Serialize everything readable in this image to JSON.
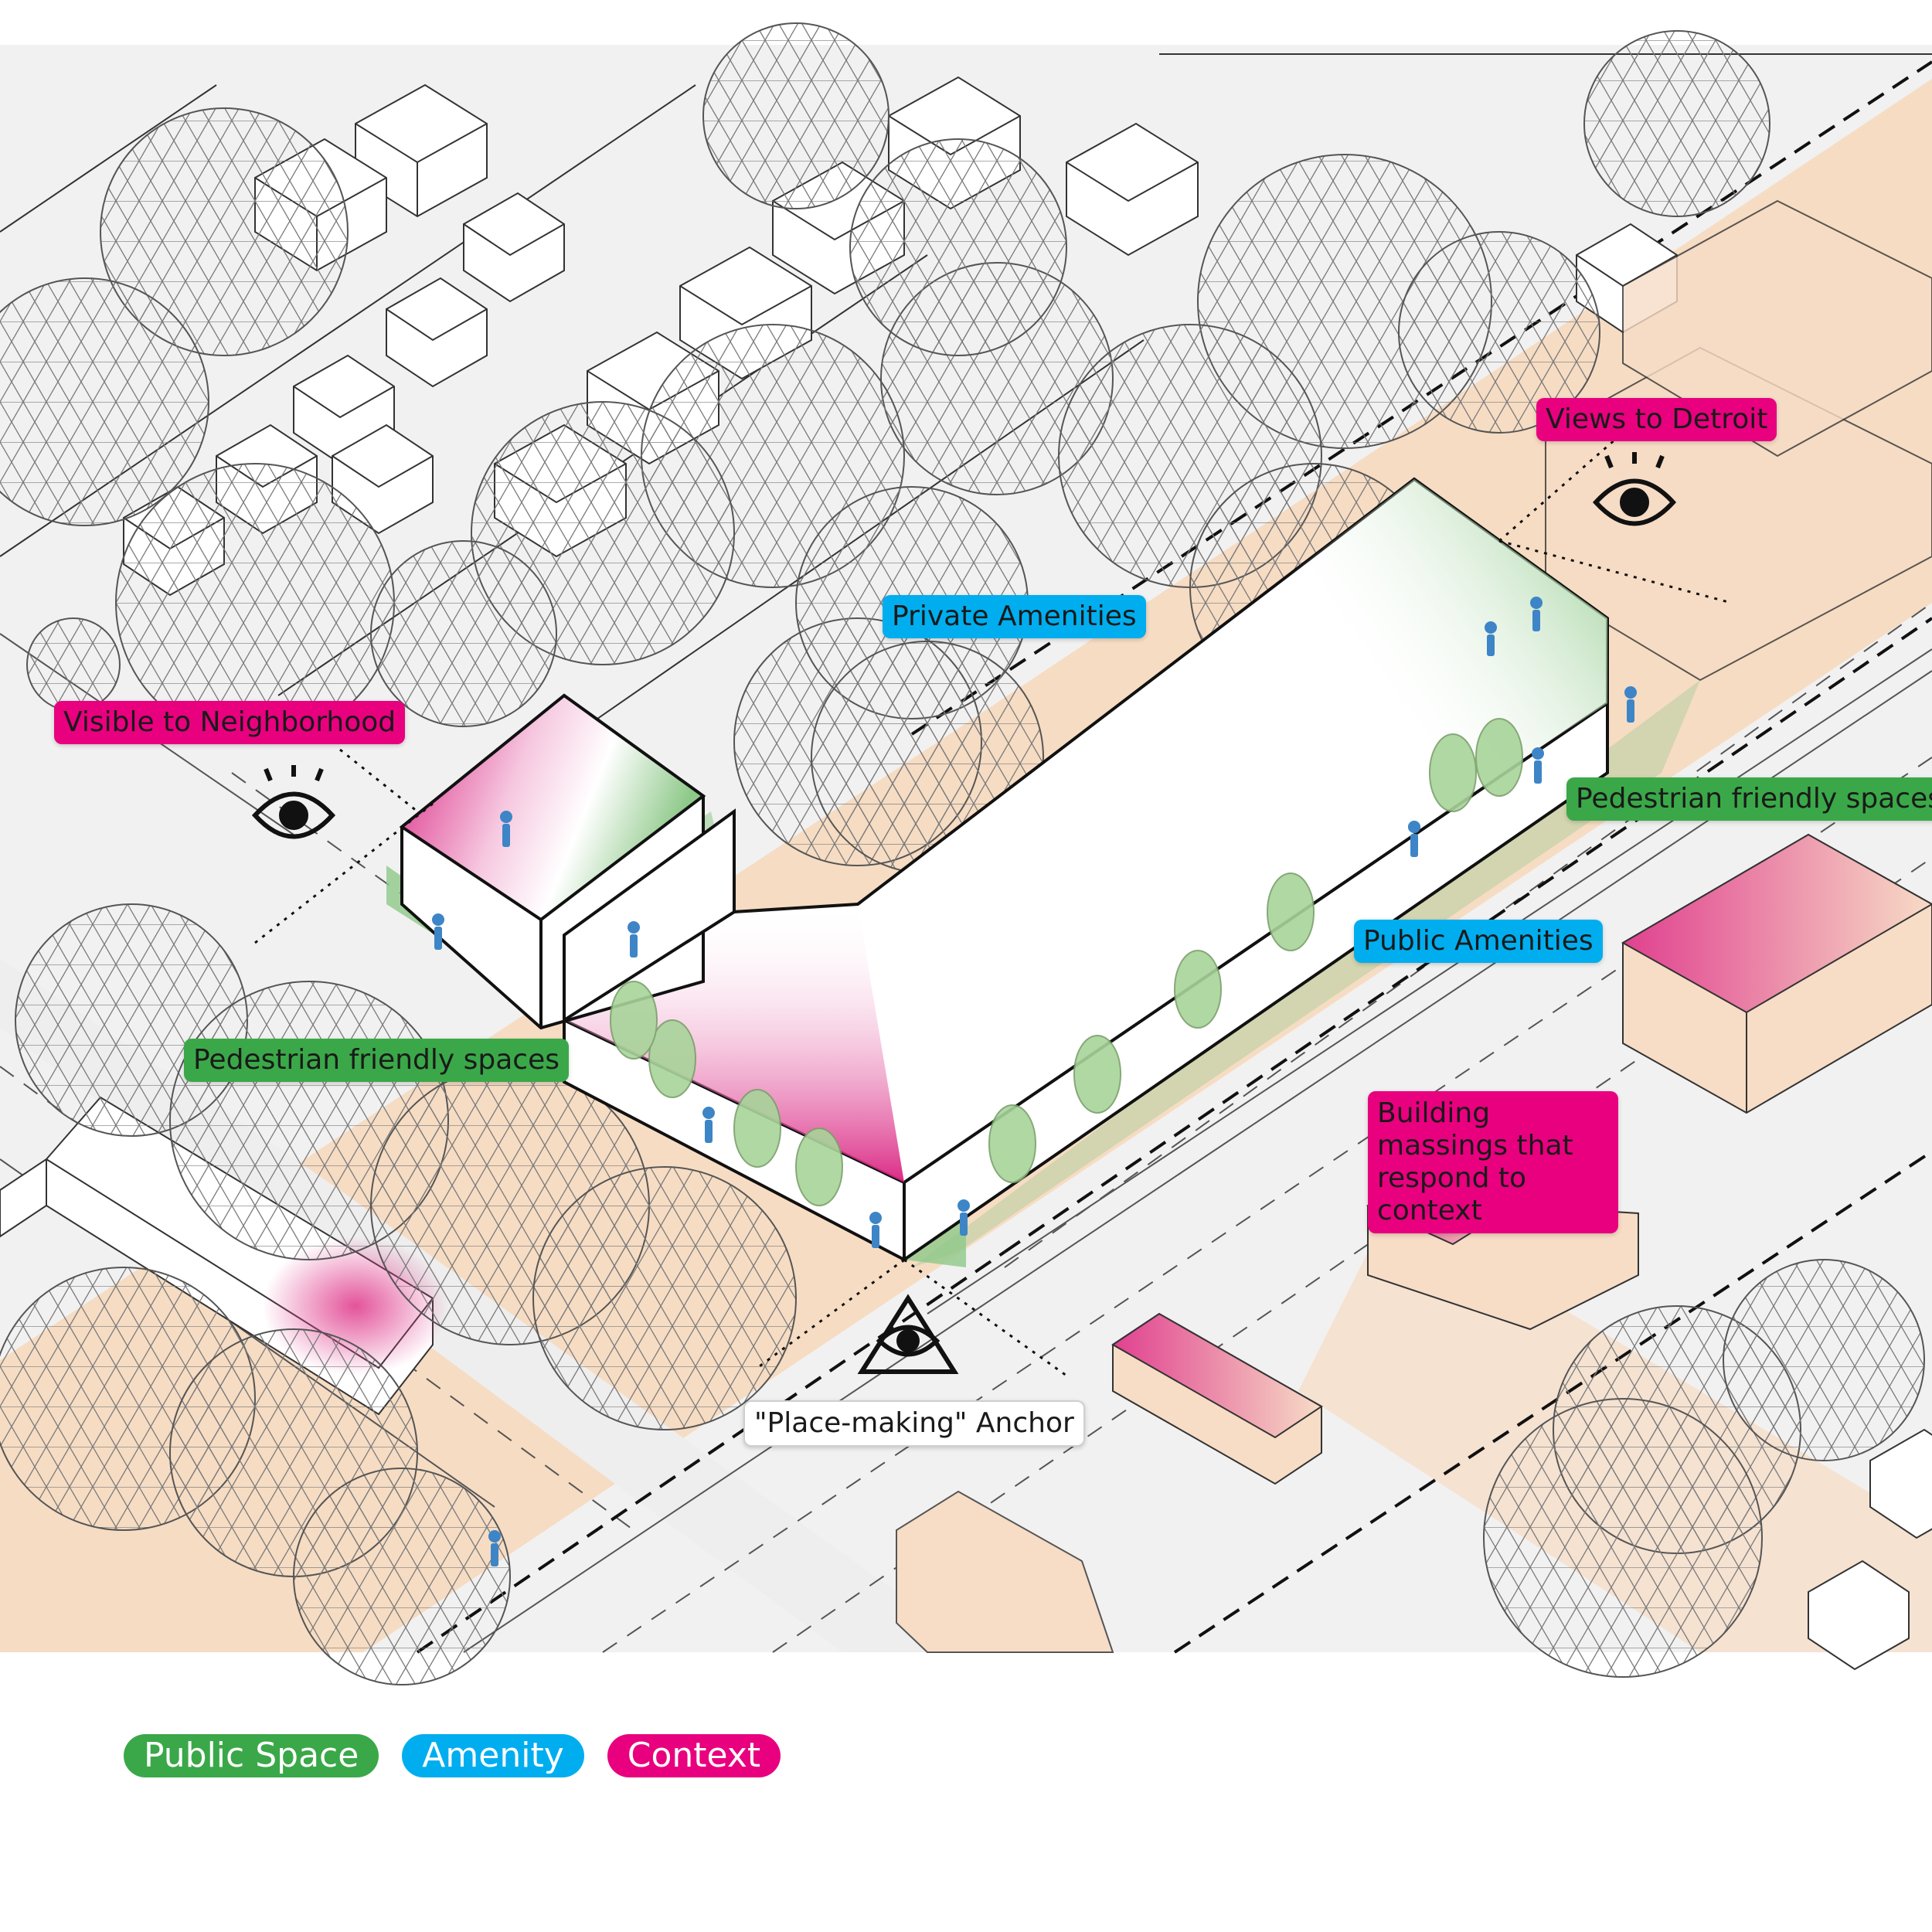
{
  "labels": {
    "views_to_detroit": "Views to Detroit",
    "private_amenities": "Private Amenities",
    "visible_to_neighborhood": "Visible to Neighborhood",
    "pedestrian_friendly_right": "Pedestrian friendly spaces",
    "public_amenities": "Public Amenities",
    "pedestrian_friendly_left": "Pedestrian friendly spaces",
    "building_massings": "Building massings that respond to context",
    "placemaking_anchor": "\"Place-making\" Anchor"
  },
  "legend": [
    {
      "label": "Public Space",
      "color": "#3aa848"
    },
    {
      "label": "Amenity",
      "color": "#00aeef"
    },
    {
      "label": "Context",
      "color": "#e8007f"
    }
  ],
  "colors": {
    "public_space": "#3aa848",
    "amenity": "#00aeef",
    "context": "#e8007f",
    "street_band": "#f6dcc3",
    "ground": "#f1f1f1",
    "people": "#3d85c6"
  },
  "icons": [
    "eye-icon",
    "all-seeing-eye-icon",
    "person-icon",
    "tree-icon"
  ]
}
